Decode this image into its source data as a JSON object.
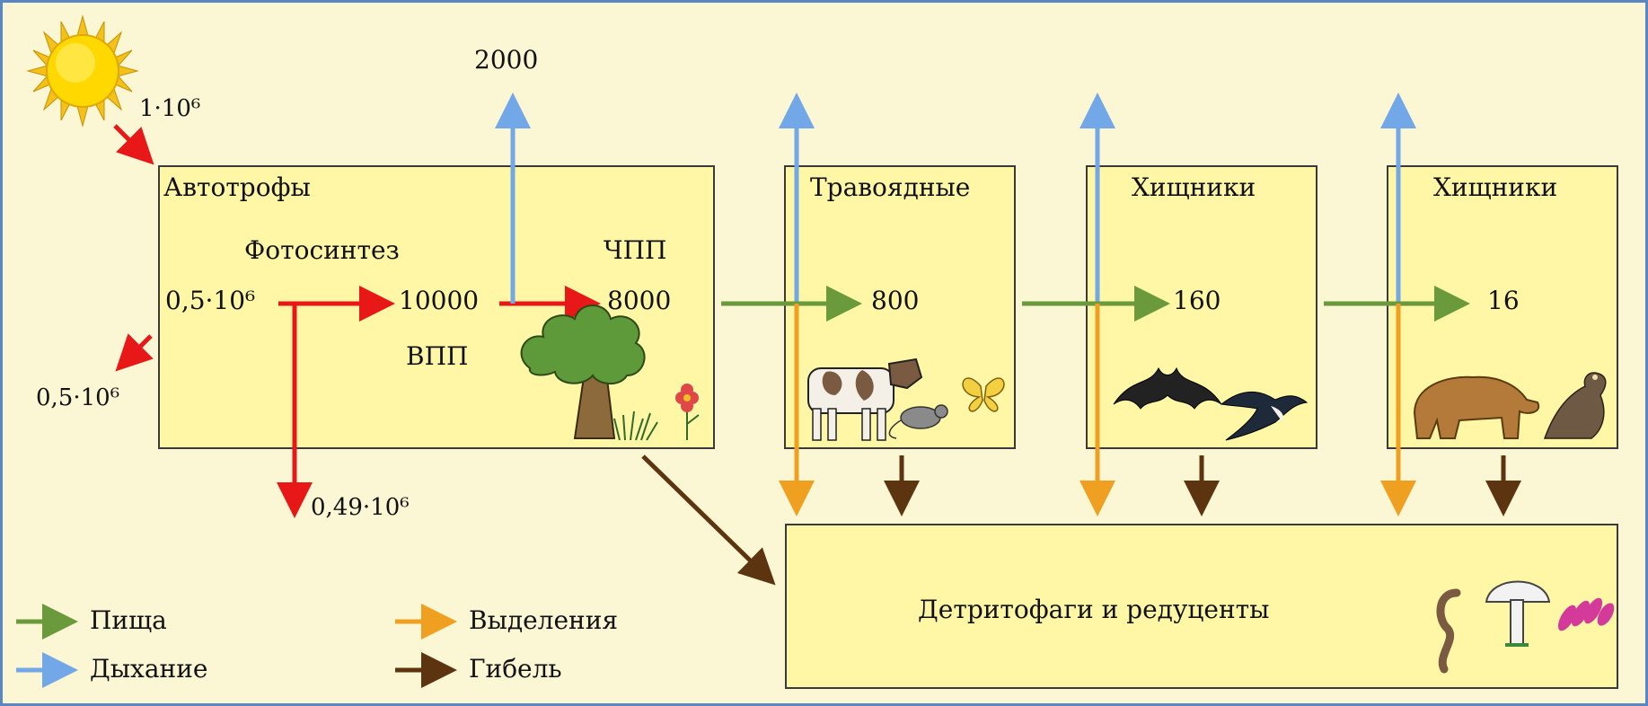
{
  "solar_input": "1·10⁶",
  "reflected": "0,5·10⁶",
  "respiration_top": "2000",
  "boxes": {
    "autotrophs": {
      "title": "Автотрофы",
      "photosynthesis": "Фотосинтез",
      "npp_label": "ЧПП",
      "gpp_label": "ВПП",
      "absorbed": "0,5·10⁶",
      "gpp_value": "10000",
      "npp_value": "8000"
    },
    "herbivores": {
      "title": "Травоядные",
      "value": "800"
    },
    "predators1": {
      "title": "Хищники",
      "value": "160"
    },
    "predators2": {
      "title": "Хищники",
      "value": "16"
    },
    "detritus": {
      "title": "Детритофаги и редуценты"
    }
  },
  "heat_loss": "0,49·10⁶",
  "legend": {
    "food": "Пища",
    "respiration": "Дыхание",
    "excretion": "Выделения",
    "death": "Гибель"
  },
  "colors": {
    "food": "#6a9a3c",
    "respiration": "#72a7e8",
    "excretion": "#f0a020",
    "death": "#5c3410",
    "energy": "#e81818",
    "box_fill": "#fff7a6",
    "background": "#fbf6d3"
  },
  "icons": [
    "sun-icon",
    "tree-icon",
    "grass-icon",
    "flower-icon",
    "cow-icon",
    "mouse-icon",
    "butterfly-icon",
    "bat-icon",
    "swallow-icon",
    "bear-icon",
    "eagle-icon",
    "worm-icon",
    "mushroom-icon",
    "bacteria-icon"
  ]
}
